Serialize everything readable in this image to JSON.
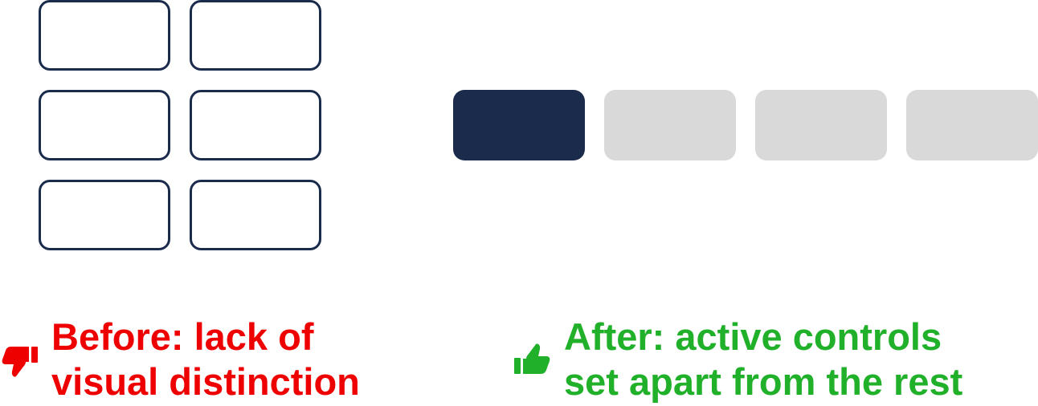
{
  "before": {
    "caption_line1": "Before: lack of",
    "caption_line2": "visual distinction",
    "icon": "thumbs-down-icon",
    "color": "#ee0000",
    "outline_color": "#1b2b4b"
  },
  "after": {
    "caption_line1": "After: active controls",
    "caption_line2": "set apart from the rest",
    "icon": "thumbs-up-icon",
    "color": "#20b02a",
    "active_color": "#1b2b4b",
    "inactive_color": "#d9d9d9",
    "active_index": 0,
    "segment_count": 4
  }
}
